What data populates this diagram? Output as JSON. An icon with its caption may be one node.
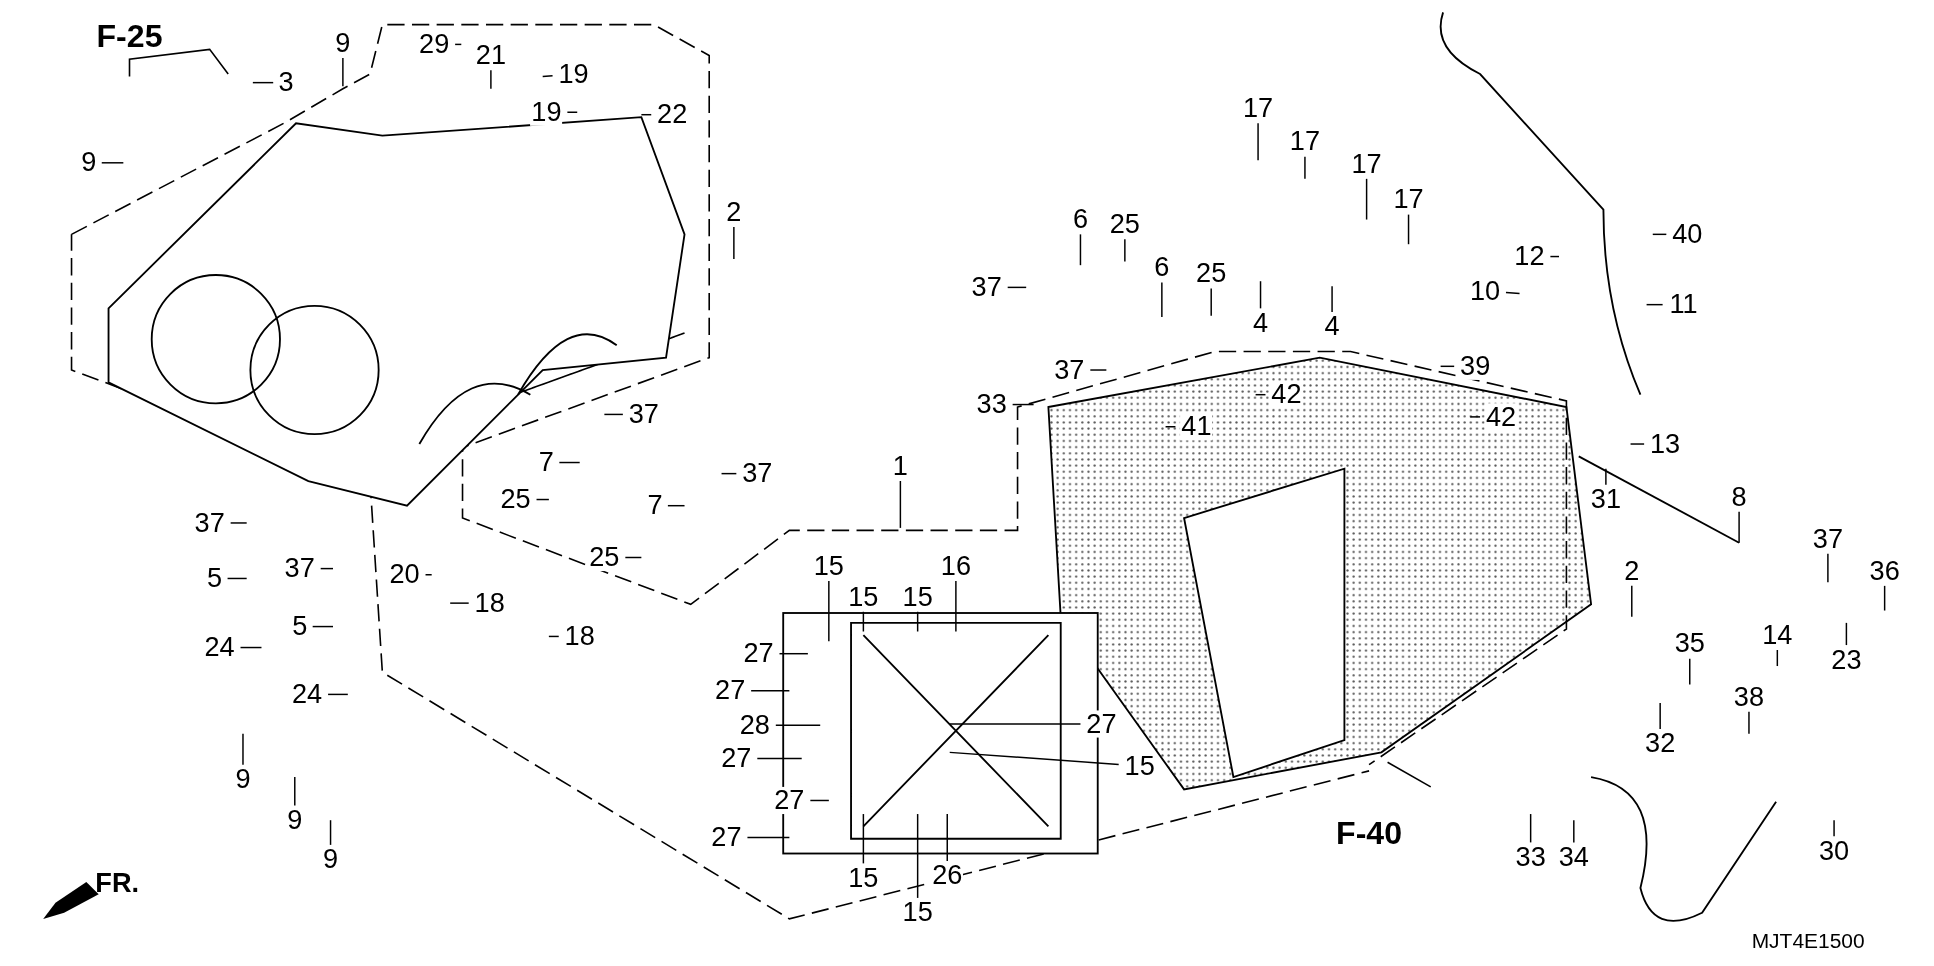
{
  "diagram": {
    "nodes": [
      {
        "text": [
          "3"
        ]
      },
      {
        "text": [
          "9"
        ]
      },
      {
        "text": [
          "29"
        ]
      },
      {
        "text": [
          "21"
        ]
      },
      {
        "text": [
          "19"
        ]
      },
      {
        "text": [
          "19"
        ]
      },
      {
        "text": [
          "22"
        ]
      },
      {
        "text": [
          "9"
        ]
      },
      {
        "text": [
          "2"
        ]
      },
      {
        "text": [
          "17"
        ]
      },
      {
        "text": [
          "17"
        ]
      },
      {
        "text": [
          "17"
        ]
      },
      {
        "text": [
          "17"
        ]
      },
      {
        "text": [
          "6"
        ]
      },
      {
        "text": [
          "25"
        ]
      },
      {
        "text": [
          "6"
        ]
      },
      {
        "text": [
          "25"
        ]
      },
      {
        "text": [
          "4"
        ]
      },
      {
        "text": [
          "4"
        ]
      },
      {
        "text": [
          "37"
        ]
      },
      {
        "text": [
          "37"
        ]
      },
      {
        "text": [
          "33"
        ]
      },
      {
        "text": [
          "40"
        ]
      },
      {
        "text": [
          "12"
        ]
      },
      {
        "text": [
          "11"
        ]
      },
      {
        "text": [
          "10"
        ]
      },
      {
        "text": [
          "39"
        ]
      },
      {
        "text": [
          "42"
        ]
      },
      {
        "text": [
          "42"
        ]
      },
      {
        "text": [
          "41"
        ]
      },
      {
        "text": [
          "13"
        ]
      },
      {
        "text": [
          "31"
        ]
      },
      {
        "text": [
          "8"
        ]
      },
      {
        "text": [
          "37"
        ]
      },
      {
        "text": [
          "36"
        ]
      },
      {
        "text": [
          "2"
        ]
      },
      {
        "text": [
          "23"
        ]
      },
      {
        "text": [
          "35"
        ]
      },
      {
        "text": [
          "14"
        ]
      },
      {
        "text": [
          "32"
        ]
      },
      {
        "text": [
          "38"
        ]
      },
      {
        "text": [
          "33"
        ]
      },
      {
        "text": [
          "34"
        ]
      },
      {
        "text": [
          "30"
        ]
      },
      {
        "text": [
          "37"
        ]
      },
      {
        "text": [
          "7"
        ]
      },
      {
        "text": [
          "37"
        ]
      },
      {
        "text": [
          "7"
        ]
      },
      {
        "text": [
          "25"
        ]
      },
      {
        "text": [
          "25"
        ]
      },
      {
        "text": [
          "1"
        ]
      },
      {
        "text": [
          "37"
        ]
      },
      {
        "text": [
          "5"
        ]
      },
      {
        "text": [
          "37"
        ]
      },
      {
        "text": [
          "5"
        ]
      },
      {
        "text": [
          "24"
        ]
      },
      {
        "text": [
          "24"
        ]
      },
      {
        "text": [
          "9"
        ]
      },
      {
        "text": [
          "9"
        ]
      },
      {
        "text": [
          "9"
        ]
      },
      {
        "text": [
          "20"
        ]
      },
      {
        "text": [
          "18"
        ]
      },
      {
        "text": [
          "18"
        ]
      },
      {
        "text": [
          "15"
        ]
      },
      {
        "text": [
          "15"
        ]
      },
      {
        "text": [
          "15"
        ]
      },
      {
        "text": [
          "16"
        ]
      },
      {
        "text": [
          "27"
        ]
      },
      {
        "text": [
          "27"
        ]
      },
      {
        "text": [
          "28"
        ]
      },
      {
        "text": [
          "27"
        ]
      },
      {
        "text": [
          "27"
        ]
      },
      {
        "text": [
          "15"
        ]
      },
      {
        "text": [
          "27"
        ]
      },
      {
        "text": [
          "27"
        ]
      },
      {
        "text": [
          "15"
        ]
      },
      {
        "text": [
          "15"
        ]
      },
      {
        "text": [
          "26"
        ]
      }
    ],
    "edges": [
      {
        "from": 0,
        "to": null,
        "arrow": "none"
      },
      {
        "from": 1,
        "to": null,
        "arrow": "none"
      },
      {
        "from": 2,
        "to": null,
        "arrow": "none"
      },
      {
        "from": 3,
        "to": null,
        "arrow": "none"
      },
      {
        "from": 4,
        "to": null,
        "arrow": "none"
      },
      {
        "from": 5,
        "to": null,
        "arrow": "none"
      },
      {
        "from": 6,
        "to": null,
        "arrow": "none"
      },
      {
        "from": 7,
        "to": null,
        "arrow": "none"
      },
      {
        "from": 8,
        "to": null,
        "arrow": "none"
      },
      {
        "from": 9,
        "to": null,
        "arrow": "none"
      },
      {
        "from": 10,
        "to": null,
        "arrow": "none"
      },
      {
        "from": 11,
        "to": null,
        "arrow": "none"
      },
      {
        "from": 12,
        "to": null,
        "arrow": "none"
      },
      {
        "from": 13,
        "to": null,
        "arrow": "none"
      },
      {
        "from": 14,
        "to": null,
        "arrow": "none"
      },
      {
        "from": 15,
        "to": null,
        "arrow": "none"
      },
      {
        "from": 16,
        "to": null,
        "arrow": "none"
      },
      {
        "from": 17,
        "to": null,
        "arrow": "none"
      },
      {
        "from": 18,
        "to": null,
        "arrow": "none"
      },
      {
        "from": 19,
        "to": null,
        "arrow": "none"
      },
      {
        "from": 20,
        "to": null,
        "arrow": "none"
      },
      {
        "from": 21,
        "to": null,
        "arrow": "none"
      },
      {
        "from": 22,
        "to": null,
        "arrow": "none"
      },
      {
        "from": 23,
        "to": null,
        "arrow": "none"
      },
      {
        "from": 24,
        "to": null,
        "arrow": "none"
      },
      {
        "from": 25,
        "to": null,
        "arrow": "none"
      },
      {
        "from": 26,
        "to": null,
        "arrow": "none"
      },
      {
        "from": 27,
        "to": null,
        "arrow": "none"
      },
      {
        "from": 28,
        "to": null,
        "arrow": "none"
      },
      {
        "from": 29,
        "to": null,
        "arrow": "none"
      },
      {
        "from": 30,
        "to": null,
        "arrow": "none"
      },
      {
        "from": 31,
        "to": null,
        "arrow": "none"
      },
      {
        "from": 32,
        "to": null,
        "arrow": "none"
      },
      {
        "from": 33,
        "to": null,
        "arrow": "none"
      },
      {
        "from": 34,
        "to": null,
        "arrow": "none"
      },
      {
        "from": 35,
        "to": null,
        "arrow": "none"
      },
      {
        "from": 36,
        "to": null,
        "arrow": "none"
      },
      {
        "from": 37,
        "to": null,
        "arrow": "none"
      },
      {
        "from": 38,
        "to": null,
        "arrow": "none"
      },
      {
        "from": 39,
        "to": null,
        "arrow": "none"
      },
      {
        "from": 40,
        "to": null,
        "arrow": "none"
      },
      {
        "from": 41,
        "to": null,
        "arrow": "none"
      },
      {
        "from": 42,
        "to": null,
        "arrow": "none"
      },
      {
        "from": 43,
        "to": null,
        "arrow": "none"
      },
      {
        "from": 44,
        "to": null,
        "arrow": "none"
      },
      {
        "from": 45,
        "to": null,
        "arrow": "none"
      },
      {
        "from": 46,
        "to": null,
        "arrow": "none"
      },
      {
        "from": 47,
        "to": null,
        "arrow": "none"
      },
      {
        "from": 48,
        "to": null,
        "arrow": "none"
      },
      {
        "from": 49,
        "to": null,
        "arrow": "none"
      },
      {
        "from": 50,
        "to": null,
        "arrow": "none"
      },
      {
        "from": 51,
        "to": null,
        "arrow": "none"
      },
      {
        "from": 52,
        "to": null,
        "arrow": "none"
      },
      {
        "from": 53,
        "to": null,
        "arrow": "none"
      },
      {
        "from": 54,
        "to": null,
        "arrow": "none"
      },
      {
        "from": 55,
        "to": null,
        "arrow": "none"
      },
      {
        "from": 56,
        "to": null,
        "arrow": "none"
      },
      {
        "from": 57,
        "to": null,
        "arrow": "none"
      },
      {
        "from": 58,
        "to": null,
        "arrow": "none"
      },
      {
        "from": 59,
        "to": null,
        "arrow": "none"
      },
      {
        "from": 60,
        "to": null,
        "arrow": "none"
      },
      {
        "from": 61,
        "to": null,
        "arrow": "none"
      },
      {
        "from": 62,
        "to": null,
        "arrow": "none"
      },
      {
        "from": 63,
        "to": null,
        "arrow": "none"
      },
      {
        "from": 64,
        "to": null,
        "arrow": "none"
      },
      {
        "from": 65,
        "to": null,
        "arrow": "none"
      },
      {
        "from": 66,
        "to": null,
        "arrow": "none"
      },
      {
        "from": 67,
        "to": null,
        "arrow": "none"
      },
      {
        "from": 68,
        "to": null,
        "arrow": "none"
      },
      {
        "from": 69,
        "to": null,
        "arrow": "none"
      },
      {
        "from": 70,
        "to": null,
        "arrow": "none"
      },
      {
        "from": 71,
        "to": null,
        "arrow": "none"
      },
      {
        "from": 72,
        "to": null,
        "arrow": "none"
      },
      {
        "from": 73,
        "to": null,
        "arrow": "none"
      },
      {
        "from": 74,
        "to": null,
        "arrow": "none"
      },
      {
        "from": 75,
        "to": null,
        "arrow": "none"
      },
      {
        "from": 76,
        "to": null,
        "arrow": "none"
      },
      {
        "from": 77,
        "to": null,
        "arrow": "none"
      }
    ],
    "labels": [
      "F-25",
      "F-40",
      "FR.",
      "MJT4E1500"
    ]
  }
}
